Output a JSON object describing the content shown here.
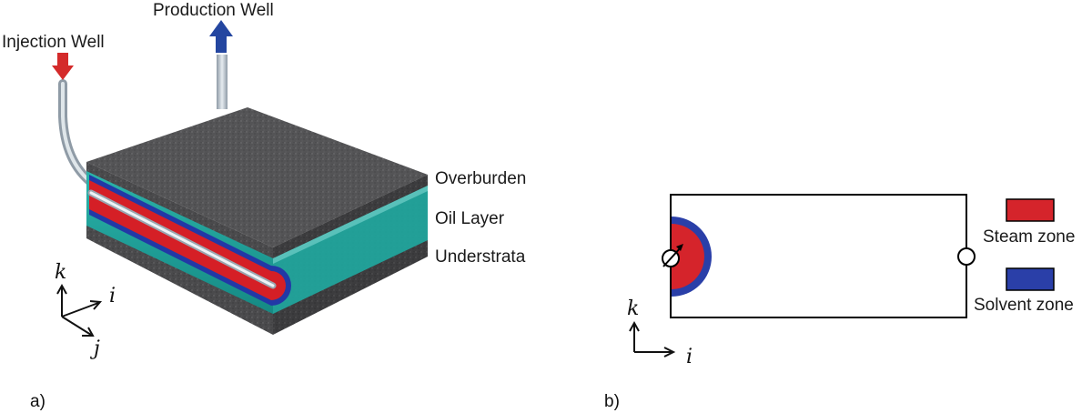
{
  "panel_a": {
    "tag": "a)",
    "wells": {
      "injection_label": "Injection Well",
      "production_label": "Production Well"
    },
    "layers": {
      "overburden": "Overburden",
      "oil_layer": "Oil Layer",
      "understrata": "Understrata"
    },
    "axes": {
      "k": "k",
      "i": "i",
      "j": "j"
    },
    "colors": {
      "injection_arrow": "#d42a2a",
      "production_arrow": "#2446a0",
      "rock": "#4a4a4c",
      "oil_layer": "#1c9e96",
      "steam": "#d51f26",
      "solvent": "#2238a6"
    }
  },
  "panel_b": {
    "tag": "b)",
    "legend": {
      "steam_label": "Steam zone",
      "solvent_label": "Solvent zone"
    },
    "axes": {
      "k": "k",
      "i": "i"
    },
    "colors": {
      "steam": "#d5242b",
      "solvent": "#2a3fa8",
      "outline": "#000000"
    }
  }
}
